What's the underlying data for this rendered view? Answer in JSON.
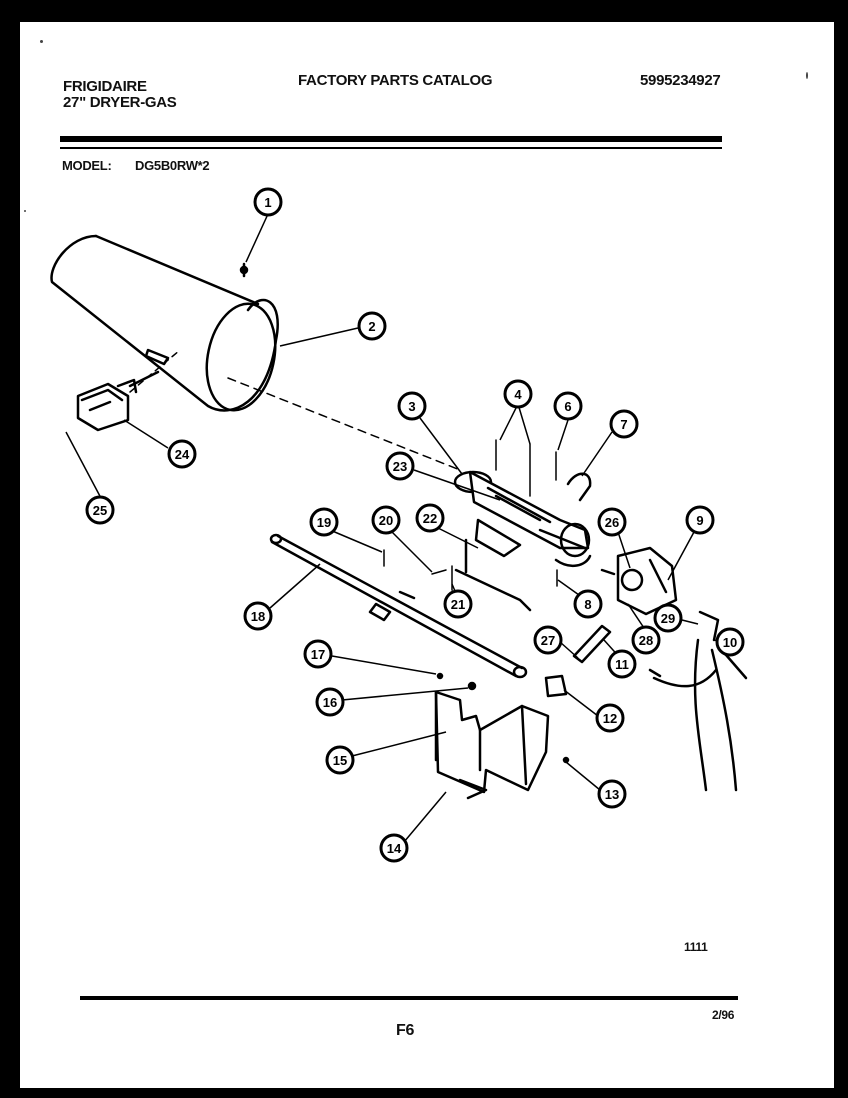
{
  "header": {
    "brand": "FRIGIDAIRE",
    "product": "27\" DRYER-GAS",
    "catalog_title": "FACTORY PARTS CATALOG",
    "catalog_number": "5995234927",
    "model_label": "MODEL:",
    "model_value": "DG5B0RW*2"
  },
  "callouts": [
    {
      "num": "1"
    },
    {
      "num": "2"
    },
    {
      "num": "3"
    },
    {
      "num": "4"
    },
    {
      "num": "6"
    },
    {
      "num": "7"
    },
    {
      "num": "23"
    },
    {
      "num": "24"
    },
    {
      "num": "25"
    },
    {
      "num": "19"
    },
    {
      "num": "20"
    },
    {
      "num": "22"
    },
    {
      "num": "26"
    },
    {
      "num": "9"
    },
    {
      "num": "18"
    },
    {
      "num": "21"
    },
    {
      "num": "8"
    },
    {
      "num": "27"
    },
    {
      "num": "29"
    },
    {
      "num": "10"
    },
    {
      "num": "28"
    },
    {
      "num": "11"
    },
    {
      "num": "17"
    },
    {
      "num": "16"
    },
    {
      "num": "12"
    },
    {
      "num": "15"
    },
    {
      "num": "13"
    },
    {
      "num": "14"
    }
  ],
  "footer": {
    "illustration_code": "1111",
    "page_label": "F6",
    "date": "2/96"
  }
}
